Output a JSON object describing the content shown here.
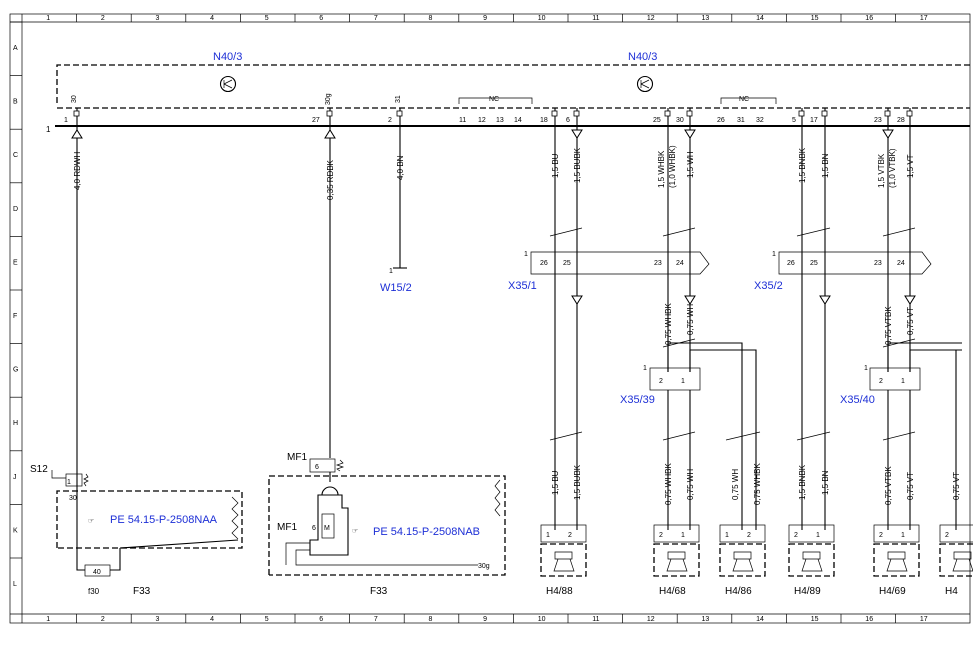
{
  "grid": {
    "columns": [
      "1",
      "2",
      "3",
      "4",
      "5",
      "6",
      "7",
      "8",
      "9",
      "10",
      "11",
      "12",
      "13",
      "14",
      "15",
      "16",
      "17"
    ],
    "rows": [
      "A",
      "B",
      "C",
      "D",
      "E",
      "F",
      "G",
      "H",
      "J",
      "K",
      "L"
    ]
  },
  "modules": {
    "n40_left": "N40/3",
    "n40_right": "N40/3",
    "bus_number": "1"
  },
  "top_pins": {
    "pin30": {
      "num": "1",
      "label": "30"
    },
    "pin30g": {
      "num": "27",
      "label": "30g"
    },
    "pin31": {
      "num": "2",
      "label": "31"
    },
    "nc_left": {
      "label": "NC",
      "pins": [
        "11",
        "12",
        "13",
        "14"
      ]
    },
    "p18": "18",
    "p6": "6",
    "p25": "25",
    "p30": "30",
    "nc_right": {
      "label": "NC",
      "pins": [
        "26",
        "31",
        "32"
      ]
    },
    "p5": "5",
    "p17": "17",
    "p23": "23",
    "p28": "28"
  },
  "wires_upper": {
    "w1": "4,0 RDWH",
    "w27": "0,35 RDBK",
    "w2": "4,0 BN",
    "w18": "1,5 BU",
    "w6": "1,5 BUBK",
    "w25": "1,5 WHBK",
    "w25b": "(1,0 WHBK)",
    "w30": "1,5 WH",
    "w5": "1,5 BNBK",
    "w17": "1,5 BN",
    "w23": "1,5 VTBK",
    "w23b": "(1,0 VTBK)",
    "w28": "1,5 VT"
  },
  "ground": {
    "pin": "1",
    "name": "W15/2"
  },
  "connectors": {
    "x35_1": {
      "name": "X35/1",
      "num": "1",
      "pins": [
        "26",
        "25",
        "23",
        "24"
      ]
    },
    "x35_2": {
      "name": "X35/2",
      "num": "1",
      "pins": [
        "26",
        "25",
        "23",
        "24"
      ]
    },
    "x35_39": {
      "name": "X35/39",
      "num": "1",
      "pins": [
        "2",
        "1"
      ]
    },
    "x35_40": {
      "name": "X35/40",
      "num": "1",
      "pins": [
        "2",
        "1"
      ]
    }
  },
  "wires_mid": {
    "m1": "0,75 WHBK",
    "m2": "0,75 WH",
    "m3": "0,75 VTBK",
    "m4": "0,75 VT"
  },
  "wires_lower": {
    "l1": "1,5 BU",
    "l2": "1,5 BUBK",
    "l3": "0,75 WHBK",
    "l4": "0,75 WH",
    "l5": "0,75 WH",
    "l6": "0,75 WHBK",
    "l7": "1,5 BNBK",
    "l8": "1,5 BN",
    "l9": "0,75 VTBK",
    "l10": "0,75 VT",
    "l11": "0,75 VT"
  },
  "fuse": {
    "s12": "S12",
    "s12_pin": "1",
    "s12_30": "30",
    "ref": "PE 54.15-P-2508NAA",
    "value": "40",
    "f30": "f30",
    "name": "F33"
  },
  "mf": {
    "mf1_top": "MF1",
    "mf1_pin": "6",
    "mf1_side": "MF1",
    "relay_pin": "6",
    "relay_m": "M",
    "ref": "PE 54.15-P-2508NAB",
    "g30": "30g",
    "name": "F33"
  },
  "speakers": [
    {
      "name": "H4/88",
      "pins": [
        "1",
        "2"
      ]
    },
    {
      "name": "H4/68",
      "pins": [
        "2",
        "1"
      ]
    },
    {
      "name": "H4/86",
      "pins": [
        "1",
        "2"
      ]
    },
    {
      "name": "H4/89",
      "pins": [
        "2",
        "1"
      ]
    },
    {
      "name": "H4/69",
      "pins": [
        "2",
        "1"
      ]
    },
    {
      "name": "H4",
      "pins": [
        "2"
      ]
    }
  ]
}
